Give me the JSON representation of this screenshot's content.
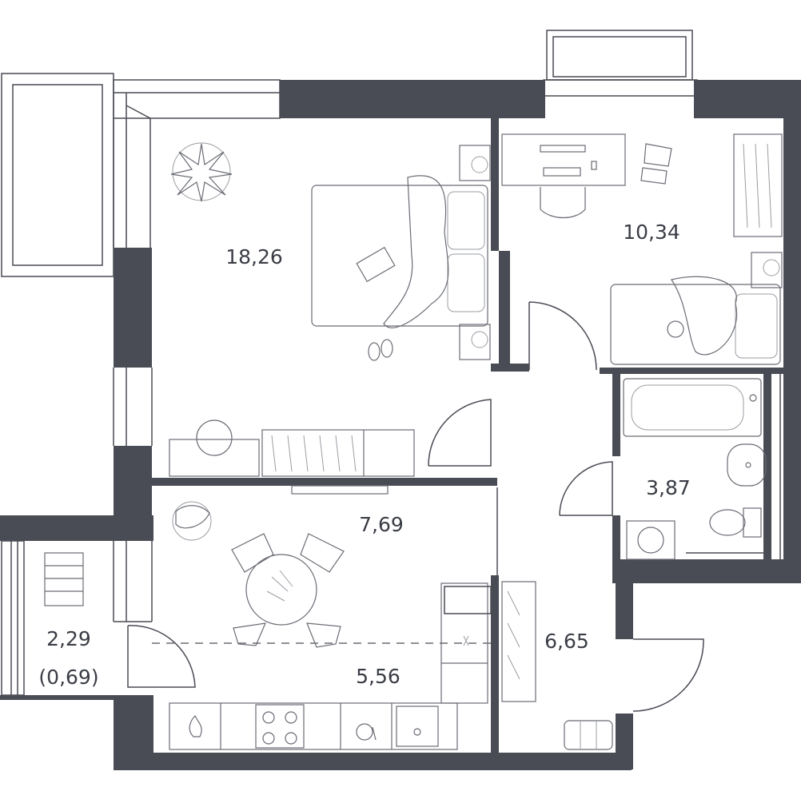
{
  "rooms": {
    "bedroom_large": {
      "area": "18,26"
    },
    "bedroom_small": {
      "area": "10,34"
    },
    "bathroom": {
      "area": "3,87"
    },
    "living": {
      "area": "7,69"
    },
    "kitchen": {
      "area": "5,56"
    },
    "hall": {
      "area": "6,65"
    },
    "balcony": {
      "area": "2,29",
      "reduced_area": "(0,69)"
    }
  },
  "colors": {
    "wall": "#4a4c55",
    "background": "#ffffff",
    "text": "#3a3d45"
  }
}
